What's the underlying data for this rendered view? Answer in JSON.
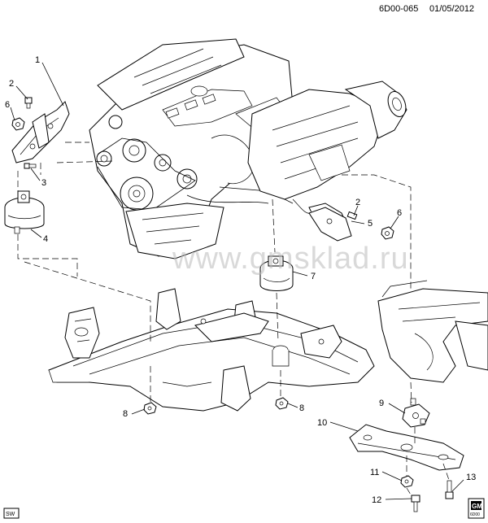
{
  "header": {
    "diagram_id": "6D00-065",
    "date": "01/05/2012"
  },
  "watermark": "www.gmsklad.ru",
  "callouts": {
    "c1": "1",
    "c2a": "2",
    "c2b": "2",
    "c3": "3",
    "c4": "4",
    "c5": "5",
    "c6a": "6",
    "c6b": "6",
    "c7": "7",
    "c8a": "8",
    "c8b": "8",
    "c9": "9",
    "c10": "10",
    "c11": "11",
    "c12": "12",
    "c13": "13"
  },
  "badges": {
    "gm_logo": "GM",
    "gm_code": "6D00",
    "sw": "SW"
  }
}
